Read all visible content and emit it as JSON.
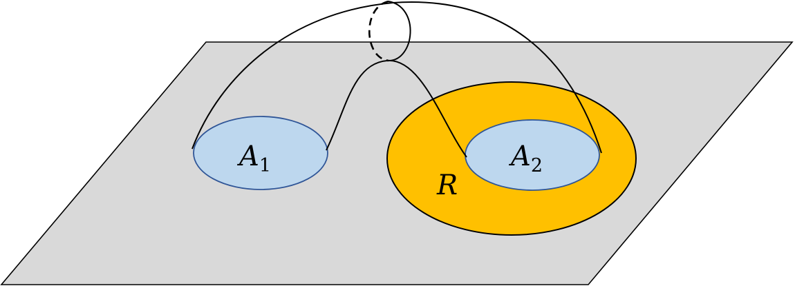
{
  "labels": {
    "region_1_letter": "A",
    "region_1_subscript": "1",
    "region_2_letter": "A",
    "region_2_subscript": "2",
    "surrounding_region": "R"
  },
  "colors": {
    "plane_fill": "#d9d9d9",
    "plane_stroke": "#000000",
    "region_a_fill": "#bdd7ee",
    "region_a_stroke": "#2f5597",
    "region_r_fill": "#ffc000",
    "region_r_stroke": "#000000",
    "curve_stroke": "#000000"
  }
}
